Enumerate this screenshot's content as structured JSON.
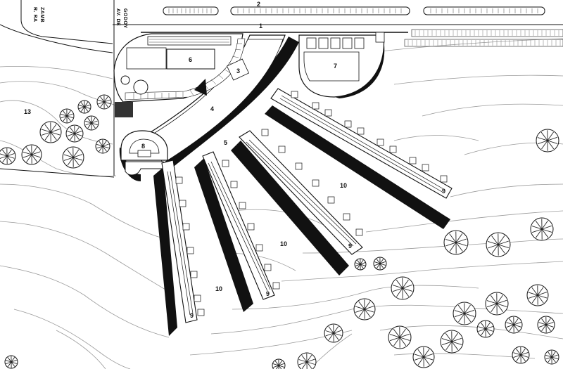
{
  "streets": {
    "left_top": "R. RA",
    "left_bottom": "ZAMB",
    "avenue_top": "AV. DE",
    "avenue_bottom": "GODOY"
  },
  "labels": {
    "l1": "1",
    "l2": "2",
    "l3": "3",
    "l4": "4",
    "l5": "5",
    "l6": "6",
    "l7": "7",
    "l8": "8",
    "l9a": "9",
    "l9b": "9",
    "l9c": "9",
    "l9d": "9",
    "l10a": "10",
    "l10b": "10",
    "l10c": "10",
    "l13": "13"
  },
  "colors": {
    "ink": "#111111",
    "paper": "#ffffff",
    "contour": "#9a9a9a",
    "light_ink": "#666666"
  }
}
